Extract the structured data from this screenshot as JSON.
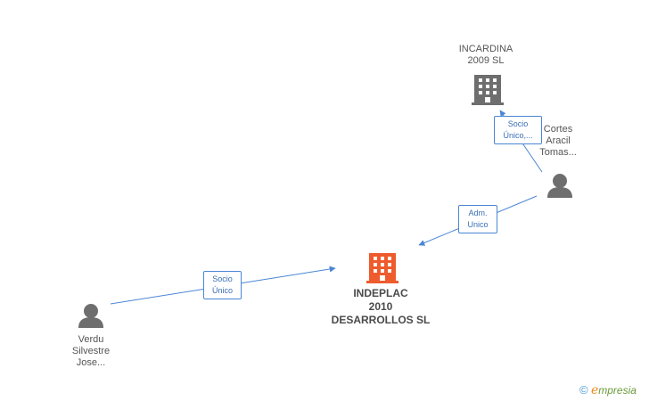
{
  "nodes": {
    "main": {
      "line1": "INDEPLAC",
      "line2": "2010",
      "line3": "DESARROLLOS SL",
      "icon": "building-icon",
      "color": "#ee5b2c"
    },
    "incardina": {
      "line1": "INCARDINA",
      "line2": "2009 SL",
      "icon": "building-icon",
      "color": "#6e6e6e"
    },
    "cortes": {
      "line1": "Cortes",
      "line2": "Aracil",
      "line3": "Tomas...",
      "icon": "person-icon",
      "color": "#6e6e6e"
    },
    "verdu": {
      "line1": "Verdu",
      "line2": "Silvestre",
      "line3": "Jose...",
      "icon": "person-icon",
      "color": "#6e6e6e"
    }
  },
  "edges": {
    "cortes_incardina": {
      "line1": "Socio",
      "line2": "Único,..."
    },
    "cortes_main": {
      "line1": "Adm.",
      "line2": "Unico"
    },
    "verdu_main": {
      "line1": "Socio",
      "line2": "Único"
    }
  },
  "footer": {
    "copyright": "©",
    "brand_initial": "e",
    "brand_rest": "mpresia"
  },
  "colors": {
    "edge": "#4a86d4",
    "icon_gray": "#6e6e6e",
    "icon_main": "#ee5b2c"
  }
}
